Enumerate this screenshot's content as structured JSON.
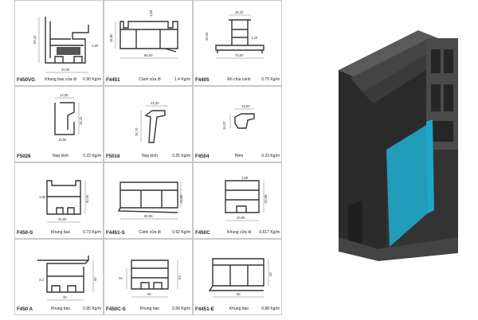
{
  "catalog": {
    "items": [
      {
        "code": "F450VG",
        "name": "Khung bao cửa đi",
        "weight": "0.90 Kg/m",
        "dims": [
          "56,10",
          "1,80",
          "40,00"
        ]
      },
      {
        "code": "F4451",
        "name": "Cánh cửa đi",
        "weight": "1.4 Kg/m",
        "dims": [
          "1,80",
          "45,80",
          "86,00"
        ]
      },
      {
        "code": "F4405",
        "name": "Đố chia cánh",
        "weight": "0.75 Kg/m",
        "dims": [
          "26,20",
          "40,00",
          "1,20",
          "70,00"
        ]
      },
      {
        "code": "F5026",
        "name": "Nẹp kính",
        "weight": "0.22 Kg/m",
        "dims": [
          "14,00",
          "26,10",
          "15,80"
        ]
      },
      {
        "code": "F5016",
        "name": "Nẹp kính",
        "weight": "0.25 Kg/m",
        "dims": [
          "22,30",
          "26,70"
        ]
      },
      {
        "code": "F4504",
        "name": "Hèm",
        "weight": "0.23 Kg/m",
        "dims": [
          "19,00",
          "16,02"
        ]
      },
      {
        "code": "F450-S",
        "name": "Khung bao",
        "weight": "0.73 Kg/m",
        "dims": [
          "1,80",
          "50,00",
          "40,00"
        ]
      },
      {
        "code": "F4451-S",
        "name": "Cánh cửa đi",
        "weight": "0.92 Kg/m",
        "dims": [
          "45,80",
          "86,00"
        ]
      },
      {
        "code": "F450C",
        "name": "Khung cửa đi",
        "weight": "0.617 Kg/m",
        "dims": [
          "1,80",
          "54,88",
          "40,80"
        ]
      },
      {
        "code": "F450 A",
        "name": "Khung bao",
        "weight": "0.95 Kg/m",
        "dims": [
          "50",
          "3,3",
          "40"
        ]
      },
      {
        "code": "F450C-S",
        "name": "Khung bao",
        "weight": "0.58 Kg/m",
        "dims": [
          "34",
          "54",
          "40"
        ]
      },
      {
        "code": "F4451-E",
        "name": "Khung bao",
        "weight": "0.88 Kg/m",
        "dims": [
          "45",
          "86"
        ]
      }
    ]
  },
  "render": {
    "frame_color": "#2d2d2d",
    "glass_color": "#1fa7c9"
  }
}
